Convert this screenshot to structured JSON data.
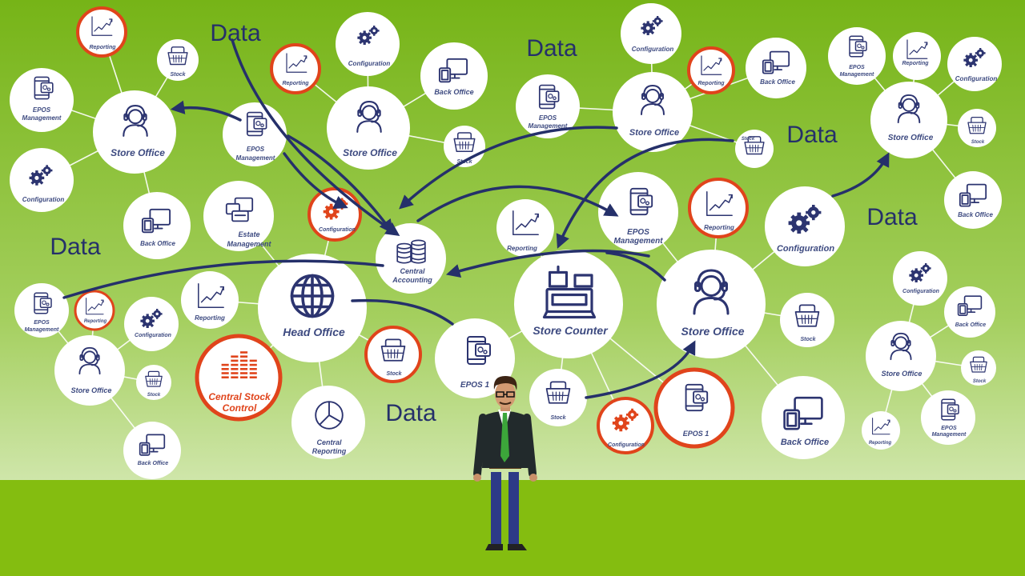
{
  "colors": {
    "background_top": "#79b61a",
    "background_bottom": "#e3f0cf",
    "floor": "#8bc21a",
    "node_fill": "#ffffff",
    "ink": "#2c3470",
    "accent": "#e0441b",
    "arrow": "#25306a"
  },
  "labels": {
    "data": "Data",
    "store_office": "Store Office",
    "configuration": "Configuration",
    "reporting": "Reporting",
    "stock": "Stock",
    "epos_management_1": "EPOS",
    "epos_management_2": "Management",
    "back_office": "Back Office",
    "estate_management_1": "Estate",
    "estate_management_2": "Management",
    "central_accounting_1": "Central",
    "central_accounting_2": "Accounting",
    "head_office": "Head Office",
    "central_stock_control_1": "Central Stock",
    "central_stock_control_2": "Control",
    "central_reporting_1": "Central",
    "central_reporting_2": "Reporting",
    "store_counter": "Store Counter",
    "epos_1": "EPOS 1"
  },
  "icons": [
    "headset-person-icon",
    "gears-icon",
    "line-chart-icon",
    "basket-icon",
    "tablet-icon",
    "monitors-icon",
    "estate-screens-icon",
    "coins-icon",
    "globe-icon",
    "bar-chart-icon",
    "pie-chart-icon",
    "cash-register-icon",
    "man-figure"
  ]
}
